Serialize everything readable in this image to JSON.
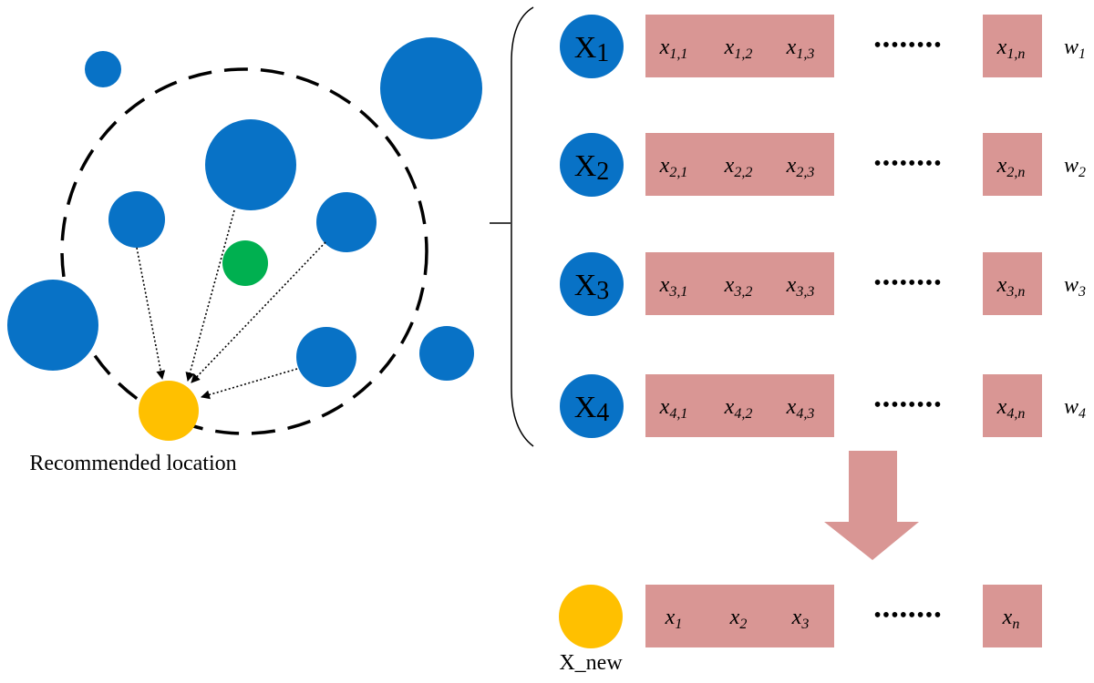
{
  "colors": {
    "blue": "#0872C6",
    "green": "#00B050",
    "yellow": "#FFC000",
    "cell": "#D99694",
    "arrow": "#D99694",
    "line": "#000000"
  },
  "left_panel": {
    "caption": "Recommended location"
  },
  "rows": [
    {
      "node": {
        "letter": "X",
        "sub": "1"
      },
      "cells": [
        {
          "base": "x",
          "sub": "1,1"
        },
        {
          "base": "x",
          "sub": "1,2"
        },
        {
          "base": "x",
          "sub": "1,3"
        }
      ],
      "last": {
        "base": "x",
        "sub": "1,n"
      },
      "weight": {
        "base": "w",
        "sub": "1"
      }
    },
    {
      "node": {
        "letter": "X",
        "sub": "2"
      },
      "cells": [
        {
          "base": "x",
          "sub": "2,1"
        },
        {
          "base": "x",
          "sub": "2,2"
        },
        {
          "base": "x",
          "sub": "2,3"
        }
      ],
      "last": {
        "base": "x",
        "sub": "2,n"
      },
      "weight": {
        "base": "w",
        "sub": "2"
      }
    },
    {
      "node": {
        "letter": "X",
        "sub": "3"
      },
      "cells": [
        {
          "base": "x",
          "sub": "3,1"
        },
        {
          "base": "x",
          "sub": "3,2"
        },
        {
          "base": "x",
          "sub": "3,3"
        }
      ],
      "last": {
        "base": "x",
        "sub": "3,n"
      },
      "weight": {
        "base": "w",
        "sub": "3"
      }
    },
    {
      "node": {
        "letter": "X",
        "sub": "4"
      },
      "cells": [
        {
          "base": "x",
          "sub": "4,1"
        },
        {
          "base": "x",
          "sub": "4,2"
        },
        {
          "base": "x",
          "sub": "4,3"
        }
      ],
      "last": {
        "base": "x",
        "sub": "4,n"
      },
      "weight": {
        "base": "w",
        "sub": "4"
      }
    }
  ],
  "result": {
    "node_label": "X_new",
    "cells": [
      {
        "base": "x",
        "sub": "1"
      },
      {
        "base": "x",
        "sub": "2"
      },
      {
        "base": "x",
        "sub": "3"
      }
    ],
    "last": {
      "base": "x",
      "sub": "n"
    }
  },
  "ellipsis": "••••••••"
}
